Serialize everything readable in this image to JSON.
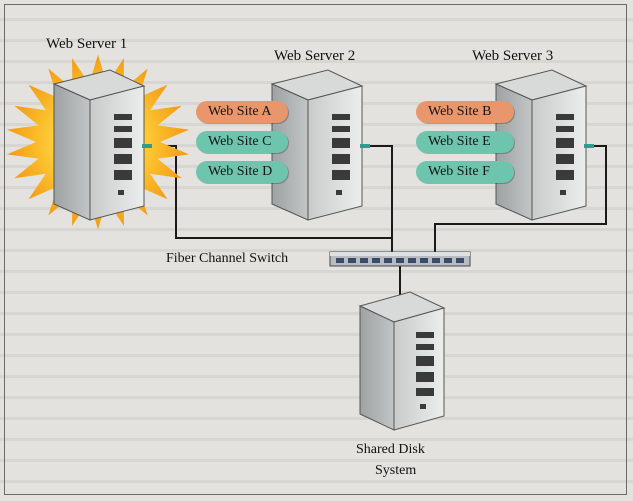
{
  "servers": [
    {
      "label": "Web Server 1",
      "status": "highlighted"
    },
    {
      "label": "Web Server 2",
      "status": "normal"
    },
    {
      "label": "Web Server 3",
      "status": "normal"
    }
  ],
  "sites": {
    "server2": [
      {
        "label": "Web Site A",
        "color": "#e9966c"
      },
      {
        "label": "Web Site C",
        "color": "#6ec5ae"
      },
      {
        "label": "Web Site D",
        "color": "#6ec5ae"
      }
    ],
    "server3": [
      {
        "label": "Web Site B",
        "color": "#e9966c"
      },
      {
        "label": "Web Site E",
        "color": "#6ec5ae"
      },
      {
        "label": "Web Site F",
        "color": "#6ec5ae"
      }
    ]
  },
  "switch": {
    "label": "Fiber Channel Switch"
  },
  "storage": {
    "line1": "Shared Disk",
    "line2": "System"
  },
  "colors": {
    "burst": "#f6a21a",
    "burst_core": "#ffe24a",
    "connector": "#2f9c8c"
  }
}
